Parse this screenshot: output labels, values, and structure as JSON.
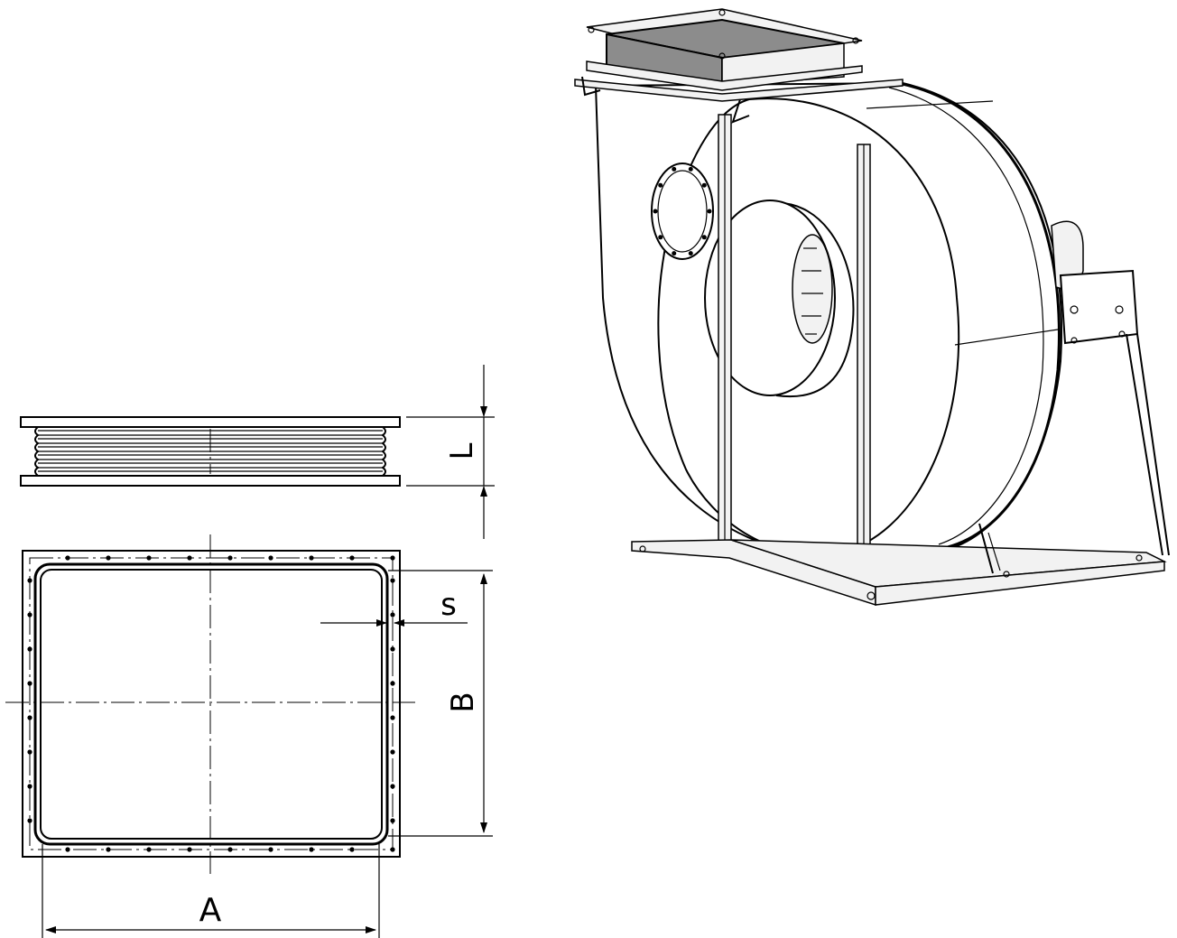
{
  "diagram": {
    "labels": {
      "length": "L",
      "width_a": "A",
      "height_b": "B",
      "thickness_s": "s"
    }
  }
}
